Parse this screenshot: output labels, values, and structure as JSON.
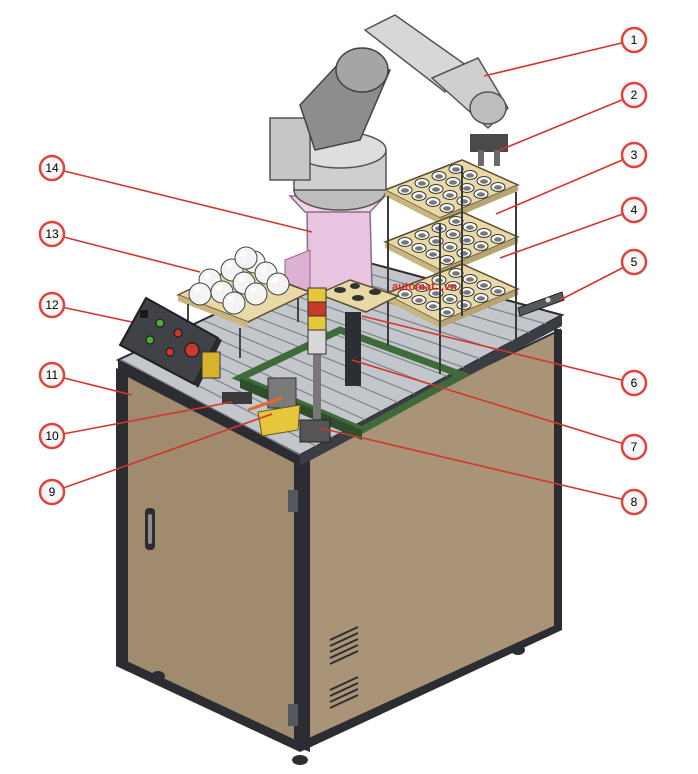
{
  "diagram": {
    "watermark": "automat...vn",
    "colors": {
      "cabinet": "#a08b6e",
      "cabinet_dark": "#7a6a55",
      "frame": "#2b2d33",
      "rail": "#9aa0a8",
      "tray": "#e9d9a6",
      "robot": "#cfcfcf",
      "robot_dark": "#8d8d8d",
      "pedestal": "#e8c4e0",
      "callout_ring": "#e0433a",
      "callout_fill": "#f6f6f6",
      "leader": "#d2362e",
      "panel": "#404247",
      "tower_green": "#4caa3c",
      "tower_yellow": "#e6c63a",
      "tower_red": "#c83a2e"
    },
    "callouts": [
      {
        "n": "1"
      },
      {
        "n": "2"
      },
      {
        "n": "3"
      },
      {
        "n": "4"
      },
      {
        "n": "5"
      },
      {
        "n": "6"
      },
      {
        "n": "7"
      },
      {
        "n": "8"
      },
      {
        "n": "9"
      },
      {
        "n": "10"
      },
      {
        "n": "11"
      },
      {
        "n": "12"
      },
      {
        "n": "13"
      },
      {
        "n": "14"
      }
    ]
  }
}
